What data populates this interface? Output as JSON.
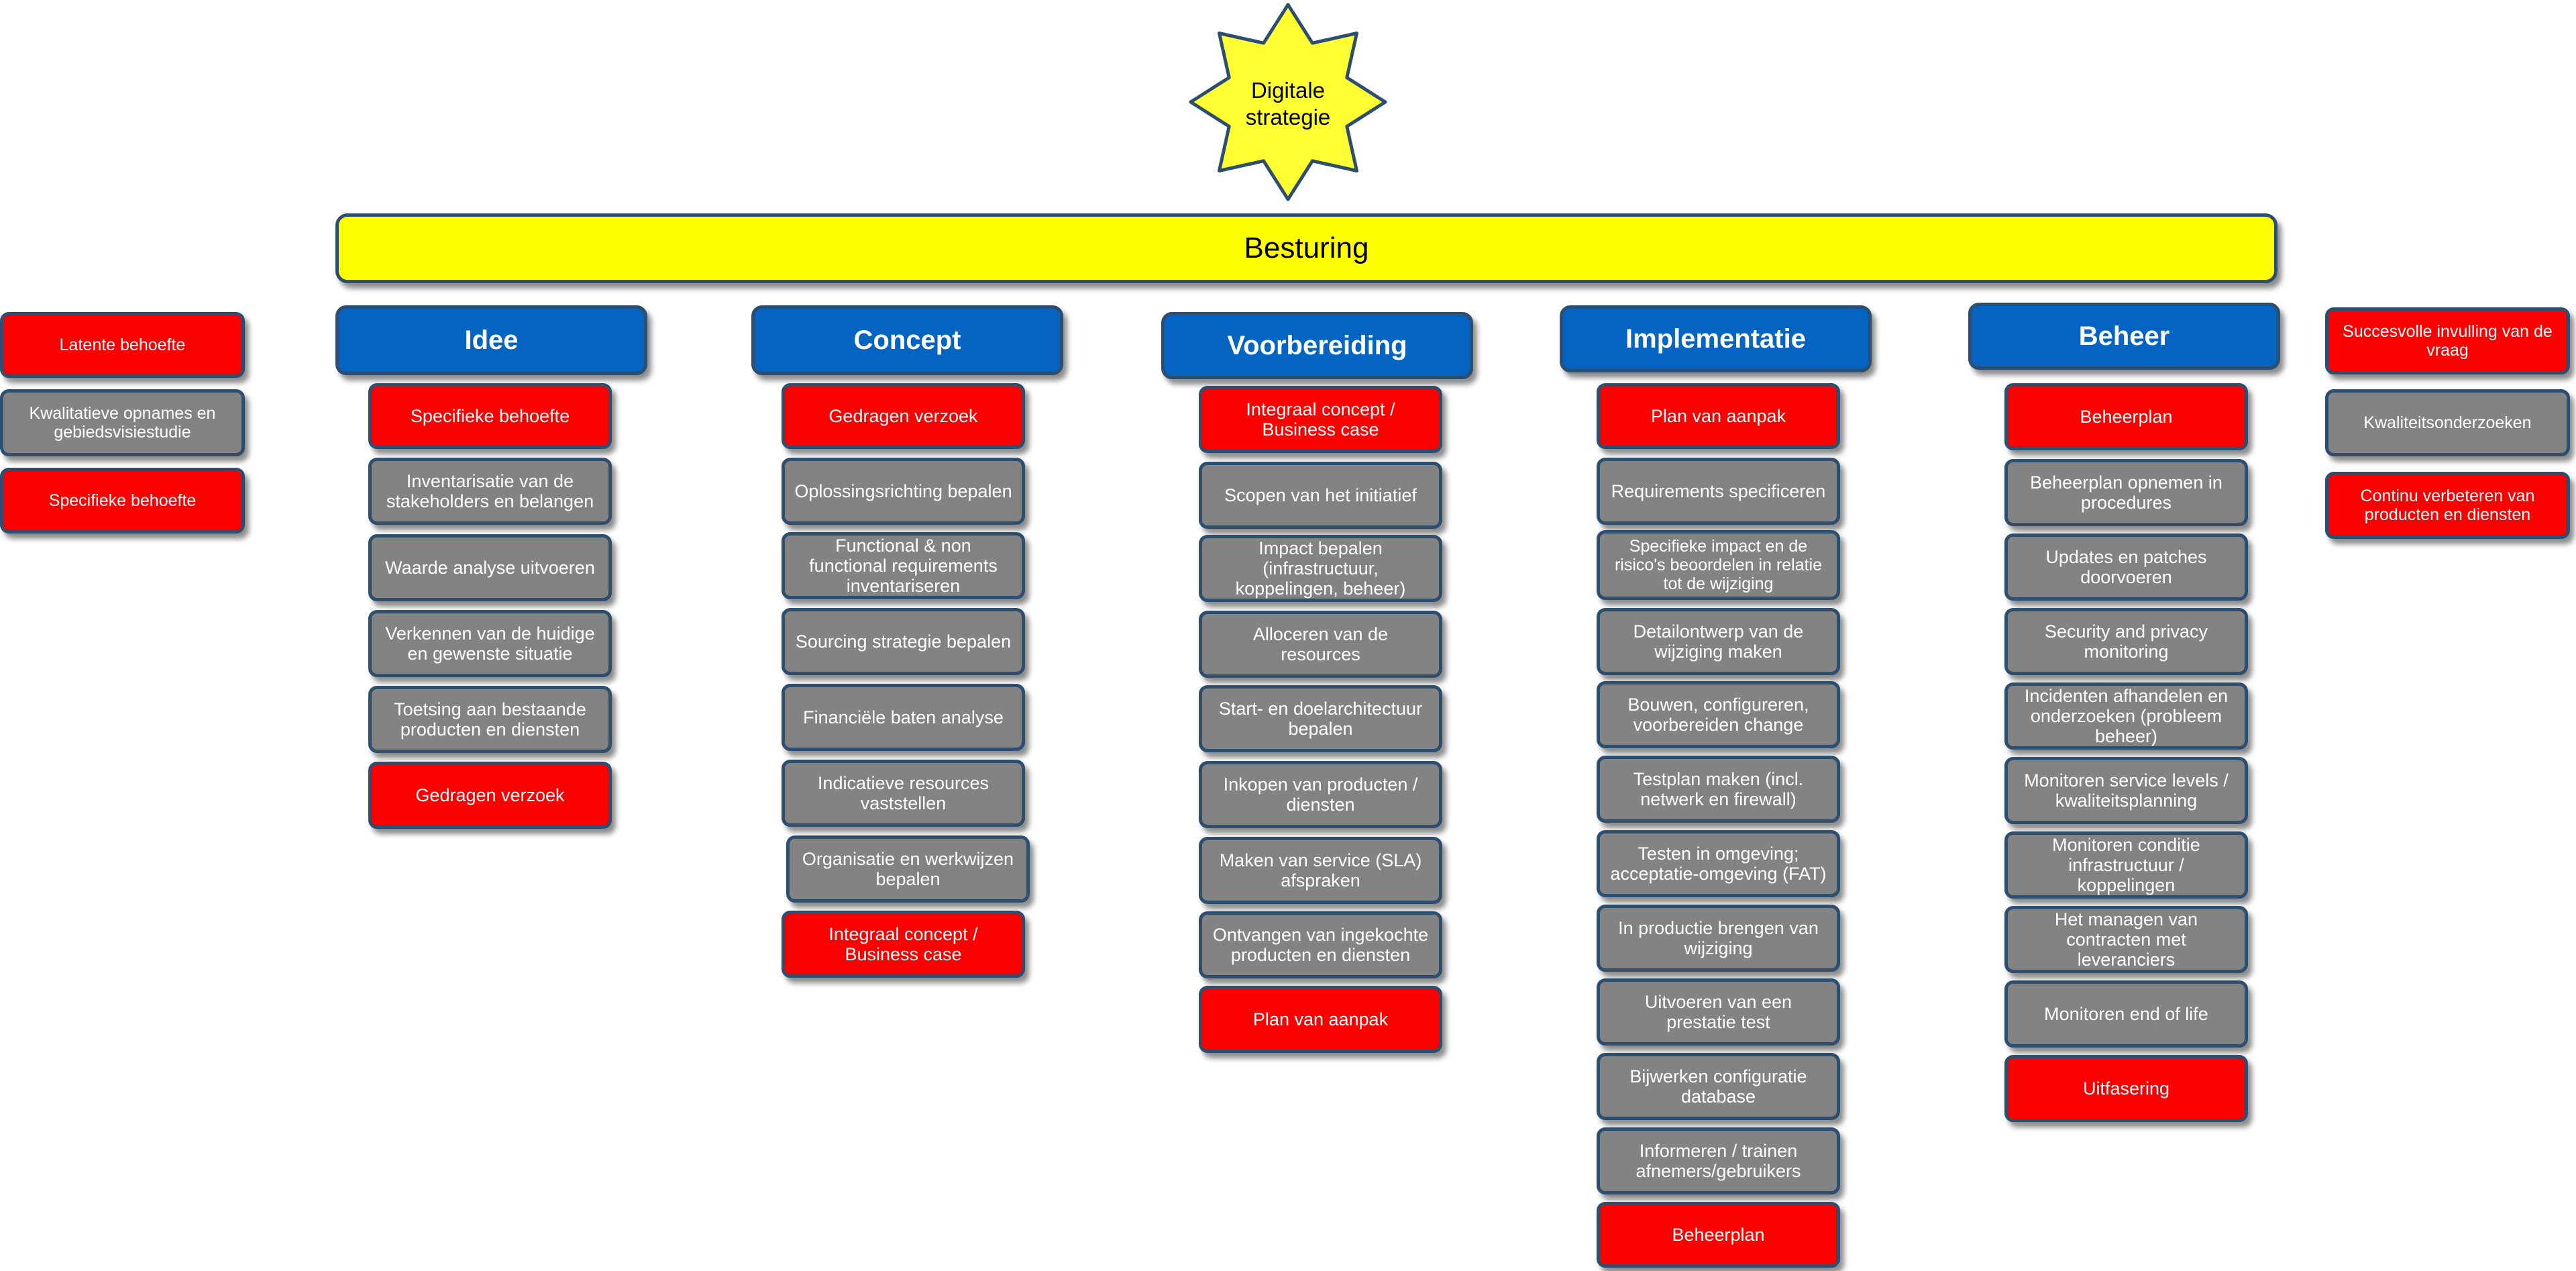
{
  "star": {
    "text": "Digitale\nstrategie"
  },
  "bar": {
    "label": "Besturing"
  },
  "colors": {
    "red": "#fc0000",
    "gray": "#838383",
    "blue": "#0563c1",
    "yellow": "#ffff00",
    "border": "#2d4e6e"
  },
  "left_side": [
    {
      "text": "Latente behoefte",
      "color": "red"
    },
    {
      "text": "Kwalitatieve opnames en gebiedsvisiestudie",
      "color": "gray"
    },
    {
      "text": "Specifieke behoefte",
      "color": "red"
    }
  ],
  "right_side": [
    {
      "text": "Succesvolle invulling van de vraag",
      "color": "red"
    },
    {
      "text": "Kwaliteitsonderzoeken",
      "color": "gray"
    },
    {
      "text": "Continu verbeteren van producten en diensten",
      "color": "red"
    }
  ],
  "columns": [
    {
      "header": "Idee",
      "items": [
        {
          "text": "Specifieke behoefte",
          "color": "red"
        },
        {
          "text": "Inventarisatie van de stakeholders en belangen",
          "color": "gray"
        },
        {
          "text": "Waarde analyse uitvoeren",
          "color": "gray"
        },
        {
          "text": "Verkennen van de huidige en gewenste situatie",
          "color": "gray"
        },
        {
          "text": "Toetsing aan bestaande producten en diensten",
          "color": "gray"
        },
        {
          "text": "Gedragen verzoek",
          "color": "red"
        }
      ]
    },
    {
      "header": "Concept",
      "items": [
        {
          "text": "Gedragen verzoek",
          "color": "red"
        },
        {
          "text": "Oplossingsrichting bepalen",
          "color": "gray"
        },
        {
          "text": "Functional & non functional requirements inventariseren",
          "color": "gray"
        },
        {
          "text": "Sourcing strategie bepalen",
          "color": "gray"
        },
        {
          "text": "Financiële baten analyse",
          "color": "gray"
        },
        {
          "text": "Indicatieve resources vaststellen",
          "color": "gray"
        },
        {
          "text": "Organisatie en werkwijzen bepalen",
          "color": "gray"
        },
        {
          "text": "Integraal concept / Business case",
          "color": "red"
        }
      ]
    },
    {
      "header": "Voorbereiding",
      "items": [
        {
          "text": "Integraal concept / Business case",
          "color": "red"
        },
        {
          "text": "Scopen van het initiatief",
          "color": "gray"
        },
        {
          "text": "Impact bepalen (infrastructuur, koppelingen, beheer)",
          "color": "gray"
        },
        {
          "text": "Alloceren van de resources",
          "color": "gray"
        },
        {
          "text": "Start- en doelarchitectuur bepalen",
          "color": "gray"
        },
        {
          "text": "Inkopen van producten / diensten",
          "color": "gray"
        },
        {
          "text": "Maken van service (SLA) afspraken",
          "color": "gray"
        },
        {
          "text": "Ontvangen van ingekochte producten en diensten",
          "color": "gray"
        },
        {
          "text": "Plan van aanpak",
          "color": "red"
        }
      ]
    },
    {
      "header": "Implementatie",
      "items": [
        {
          "text": "Plan van aanpak",
          "color": "red"
        },
        {
          "text": "Requirements specificeren",
          "color": "gray"
        },
        {
          "text": "Specifieke impact en de risico's beoordelen in relatie tot de wijziging",
          "color": "gray"
        },
        {
          "text": "Detailontwerp van de wijziging maken",
          "color": "gray"
        },
        {
          "text": "Bouwen, configureren, voorbereiden change",
          "color": "gray"
        },
        {
          "text": "Testplan maken (incl. netwerk en firewall)",
          "color": "gray"
        },
        {
          "text": "Testen in omgeving; acceptatie-omgeving (FAT)",
          "color": "gray"
        },
        {
          "text": "In productie brengen van wijziging",
          "color": "gray"
        },
        {
          "text": "Uitvoeren van een prestatie test",
          "color": "gray"
        },
        {
          "text": "Bijwerken configuratie database",
          "color": "gray"
        },
        {
          "text": "Informeren / trainen afnemers/gebruikers",
          "color": "gray"
        },
        {
          "text": "Beheerplan",
          "color": "red"
        }
      ]
    },
    {
      "header": "Beheer",
      "items": [
        {
          "text": "Beheerplan",
          "color": "red"
        },
        {
          "text": "Beheerplan opnemen in procedures",
          "color": "gray"
        },
        {
          "text": "Updates en patches doorvoeren",
          "color": "gray"
        },
        {
          "text": "Security and privacy monitoring",
          "color": "gray"
        },
        {
          "text": "Incidenten afhandelen en onderzoeken (probleem beheer)",
          "color": "gray"
        },
        {
          "text": "Monitoren service levels / kwaliteitsplanning",
          "color": "gray"
        },
        {
          "text": "Monitoren conditie infrastructuur / koppelingen",
          "color": "gray"
        },
        {
          "text": "Het managen van contracten met leveranciers",
          "color": "gray"
        },
        {
          "text": "Monitoren end of life",
          "color": "gray"
        },
        {
          "text": "Uitfasering",
          "color": "red"
        }
      ]
    }
  ]
}
